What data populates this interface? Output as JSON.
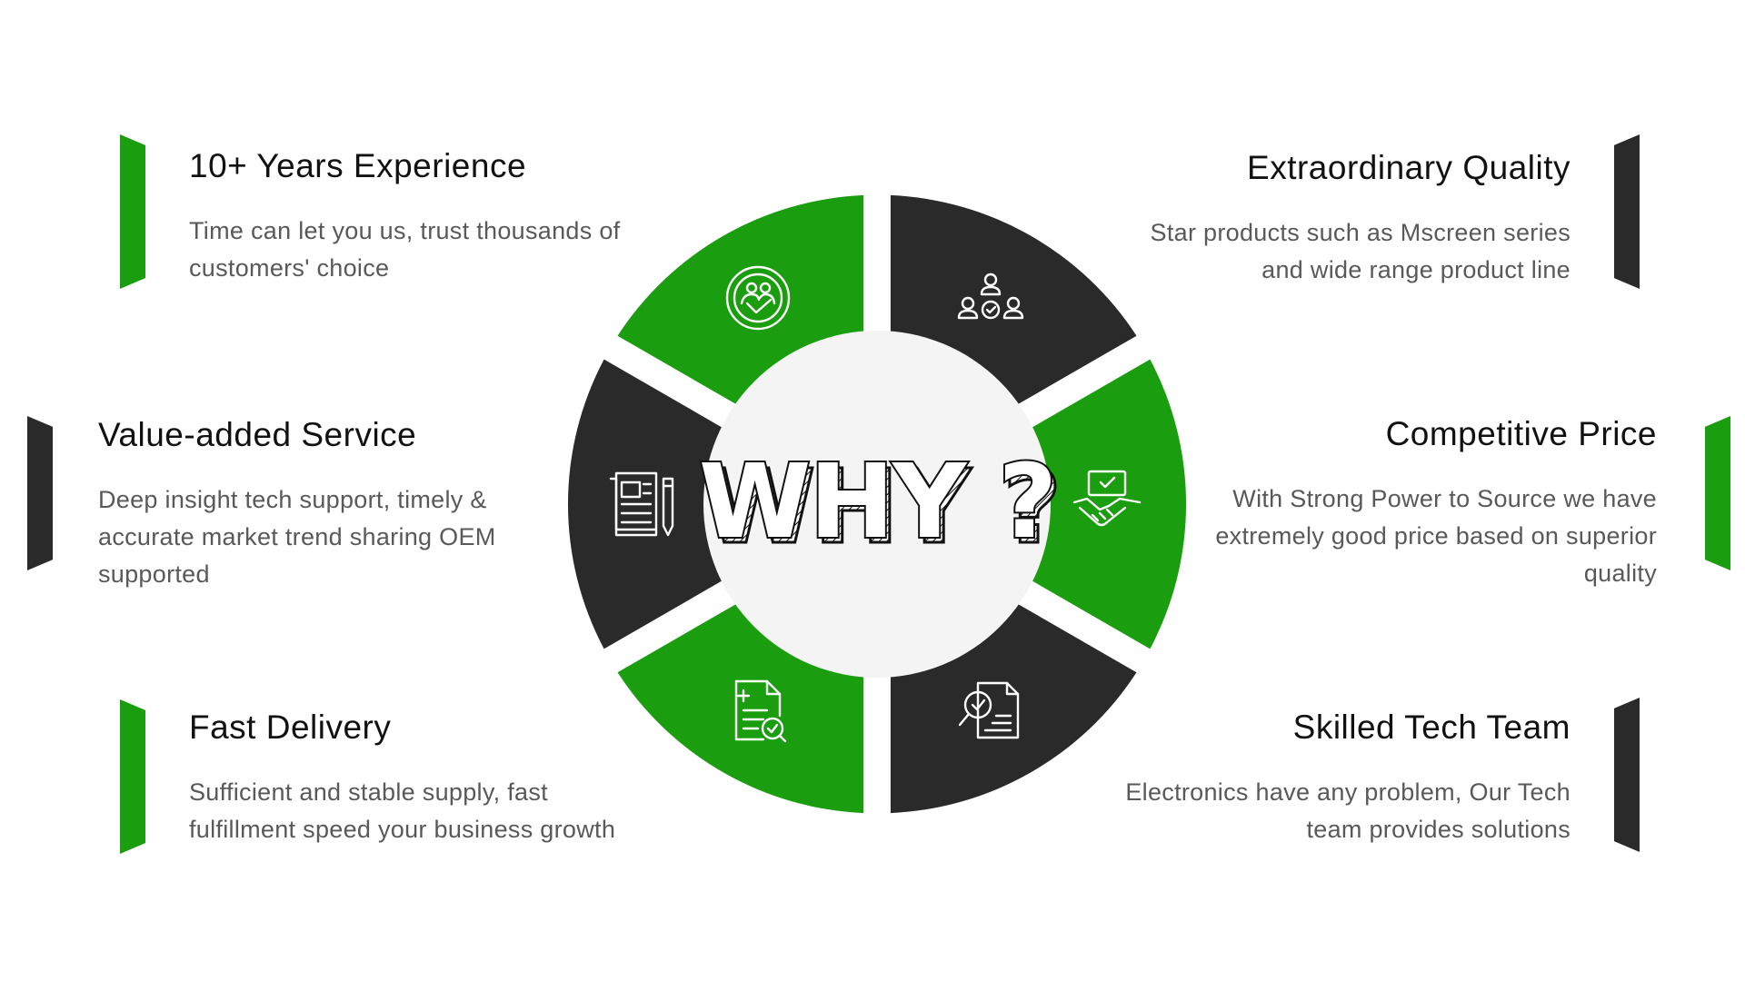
{
  "center": {
    "label": "WHY ?"
  },
  "features": {
    "experience": {
      "title": "10+ Years Experience",
      "line1": "Time can let you us, trust thousands of",
      "line2": "customers' choice"
    },
    "quality": {
      "title": "Extraordinary Quality",
      "line1": "Star products such as Mscreen series",
      "line2": "and wide range product line"
    },
    "service": {
      "title": "Value-added Service",
      "line1": "Deep insight tech support, timely &",
      "line2": "accurate market trend sharing OEM",
      "line3": "supported"
    },
    "price": {
      "title": "Competitive Price",
      "line1": "With Strong Power to Source we have",
      "line2": "extremely good price based on superior",
      "line3": "quality"
    },
    "delivery": {
      "title": "Fast Delivery",
      "line1": "Sufficient and stable supply, fast",
      "line2": "fulfillment speed your business growth"
    },
    "team": {
      "title": "Skilled Tech Team",
      "line1": "Electronics have any problem, Our Tech",
      "line2": "team provides solutions"
    }
  },
  "colors": {
    "green": "#1a9e0f",
    "dark": "#2a2a2a",
    "center": "#f4f4f4"
  },
  "icons": {
    "experience": "customer-care-icon",
    "quality": "team-approval-icon",
    "service": "document-pencil-icon",
    "price": "handshake-deal-icon",
    "delivery": "checklist-clipboard-icon",
    "team": "search-document-icon"
  }
}
